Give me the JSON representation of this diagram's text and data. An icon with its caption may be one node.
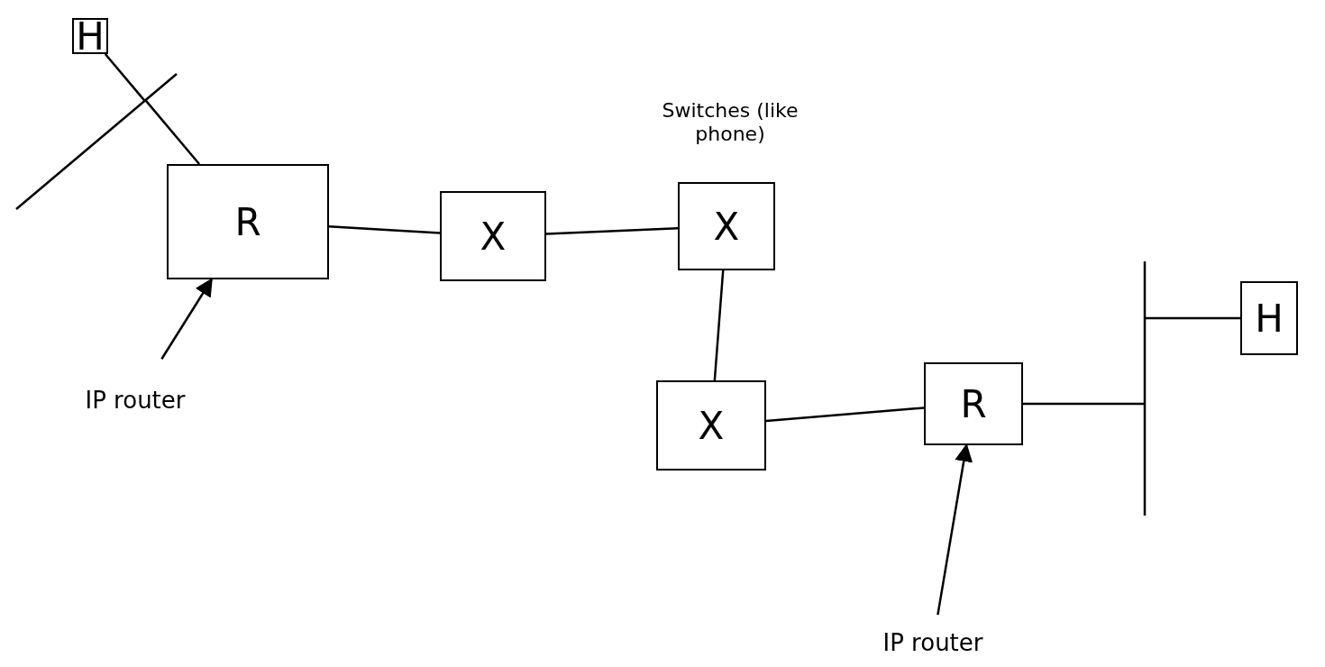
{
  "diagram": {
    "nodes": [
      {
        "text": [
          "H"
        ]
      },
      {
        "text": [],
        "shape": "line"
      },
      {
        "text": [
          "R"
        ]
      },
      {
        "text": [
          "X"
        ]
      },
      {
        "text": [
          "X"
        ],
        "beside": [
          "Switches (like phone)"
        ]
      },
      {
        "text": [
          "X"
        ]
      },
      {
        "text": [
          "R"
        ]
      },
      {
        "text": [],
        "shape": "line"
      },
      {
        "text": [
          "H"
        ]
      },
      {
        "text": [
          "IP router"
        ]
      },
      {
        "text": [
          "IP router"
        ]
      }
    ],
    "edges": [
      {
        "from": 0,
        "to": 1,
        "arrow": "none"
      },
      {
        "from": 1,
        "to": 2,
        "arrow": "none"
      },
      {
        "from": 2,
        "to": 3,
        "arrow": "none"
      },
      {
        "from": 3,
        "to": 4,
        "arrow": "none"
      },
      {
        "from": 4,
        "to": 5,
        "arrow": "none"
      },
      {
        "from": 5,
        "to": 6,
        "arrow": "none"
      },
      {
        "from": 6,
        "to": 7,
        "arrow": "none"
      },
      {
        "from": 7,
        "to": 8,
        "arrow": "none"
      },
      {
        "from": 9,
        "to": 2,
        "arrow": "to"
      },
      {
        "from": 10,
        "to": 6,
        "arrow": "to"
      }
    ]
  }
}
